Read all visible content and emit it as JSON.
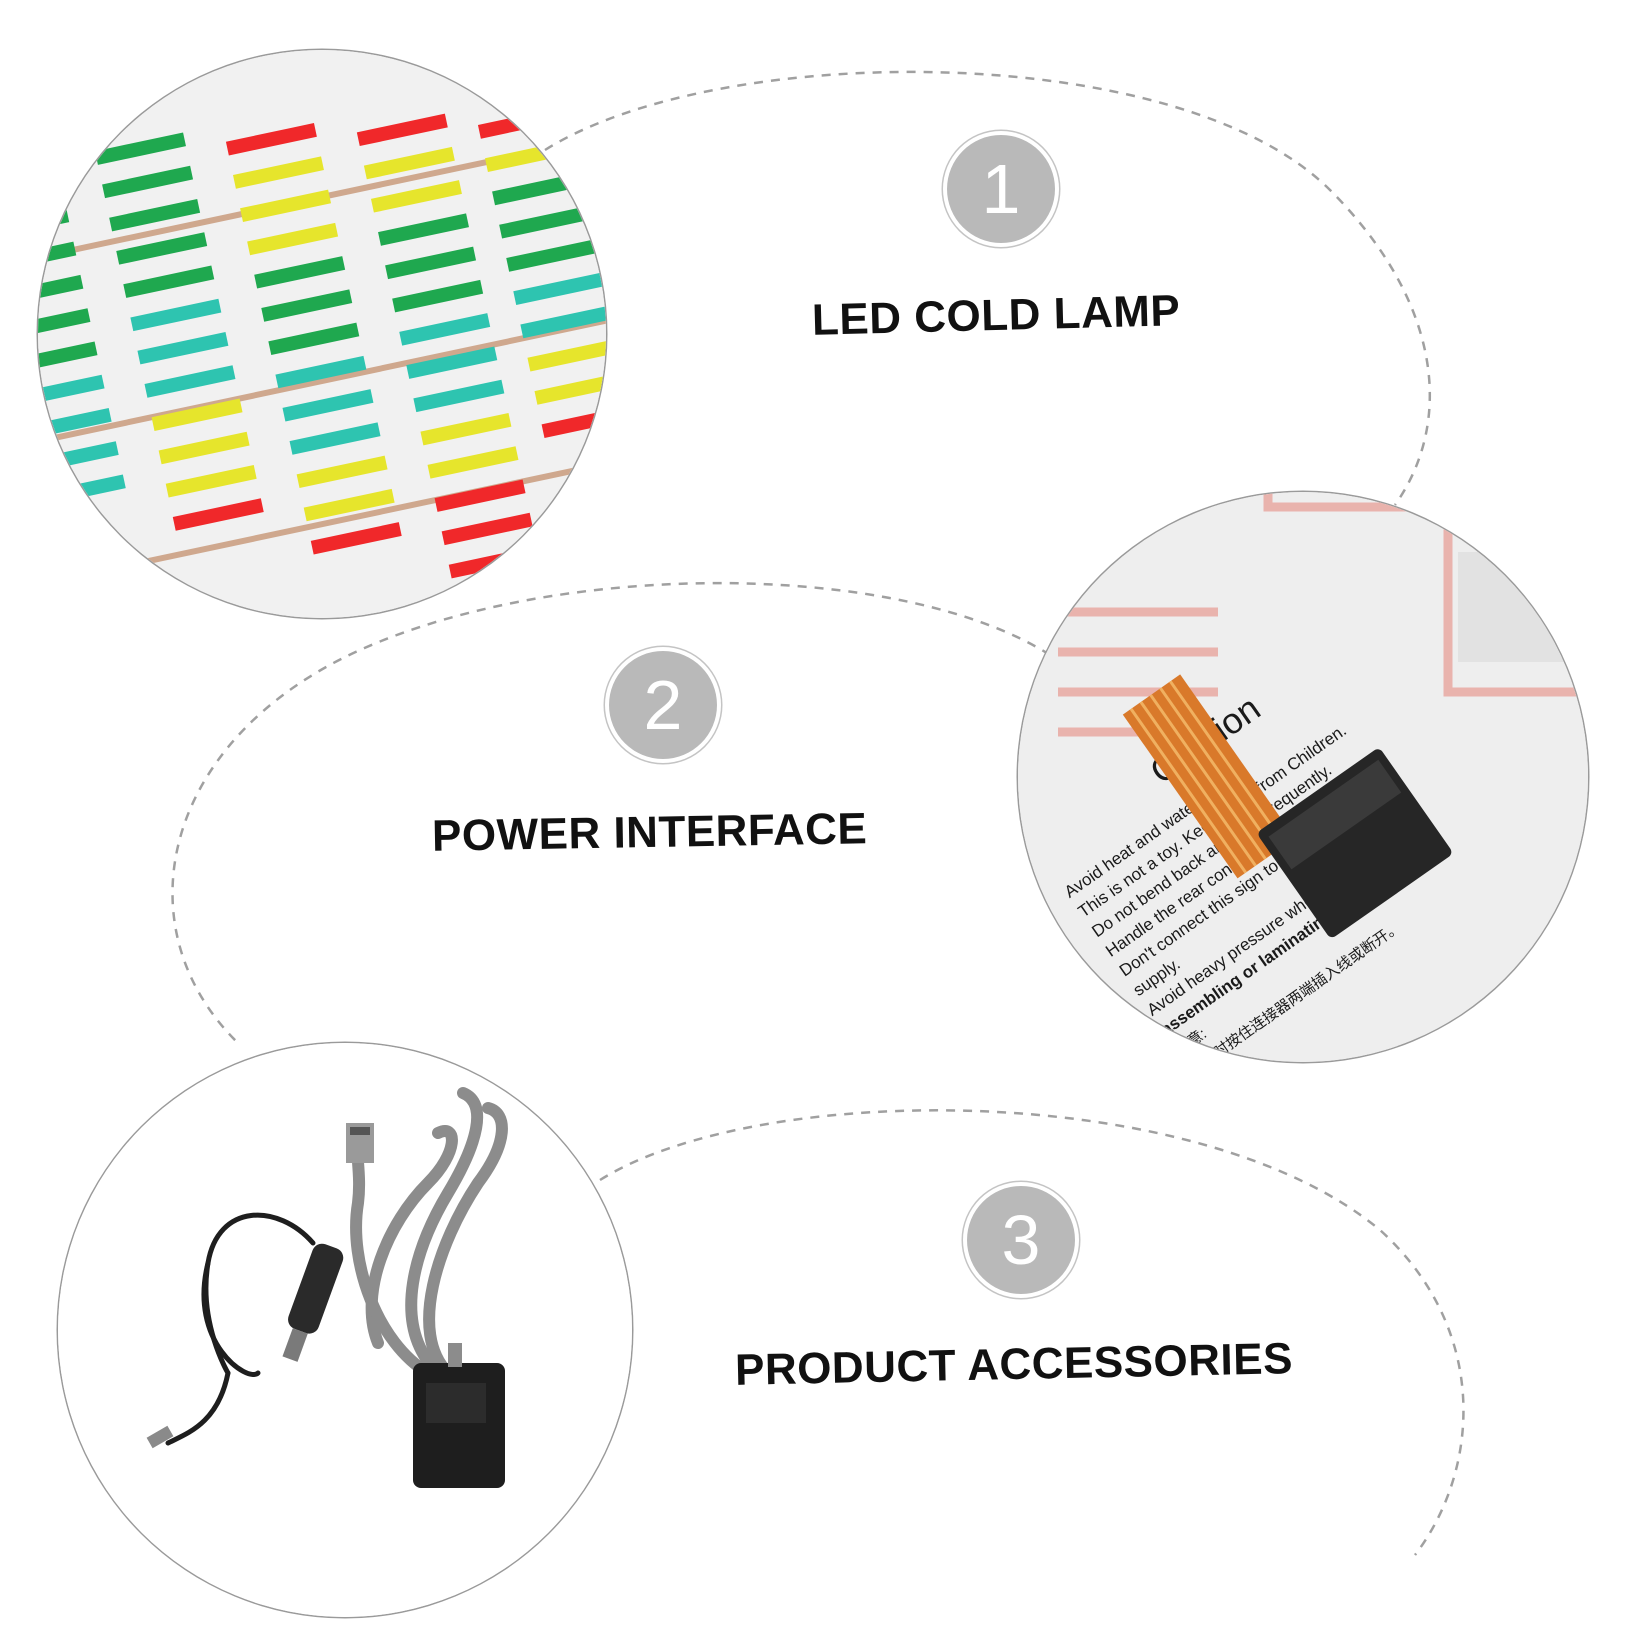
{
  "features": [
    {
      "number": "1",
      "title": "LED COLD LAMP",
      "image_subject": "equalizer-led-panel"
    },
    {
      "number": "2",
      "title": "POWER INTERFACE",
      "image_subject": "connector-with-caution-label"
    },
    {
      "number": "3",
      "title": "PRODUCT ACCESSORIES",
      "image_subject": "car-charger-cable-and-control-box"
    }
  ],
  "caution_label": {
    "heading": "Caution",
    "lines": [
      "Avoid heat and water.",
      "This is not a toy. Keep away from Children.",
      "Do not bend back and forth frequently.",
      "Handle the rear connector leads with care.",
      "Don't connect this sign to any other power",
      "supply.",
      "Avoid heavy pressure when doing",
      "assembling or laminating."
    ],
    "cn_heading": "注意:",
    "cn_line": "请同时按住连接器两端插入线或断开。"
  },
  "colors": {
    "badge": "#b9b9b9",
    "label_text": "#111111",
    "dashed_curve": "#a0a0a0",
    "led_green": "#1fa84f",
    "led_yellow": "#e6e52c",
    "led_cyan": "#2ec4b0",
    "led_red": "#f0282a"
  }
}
